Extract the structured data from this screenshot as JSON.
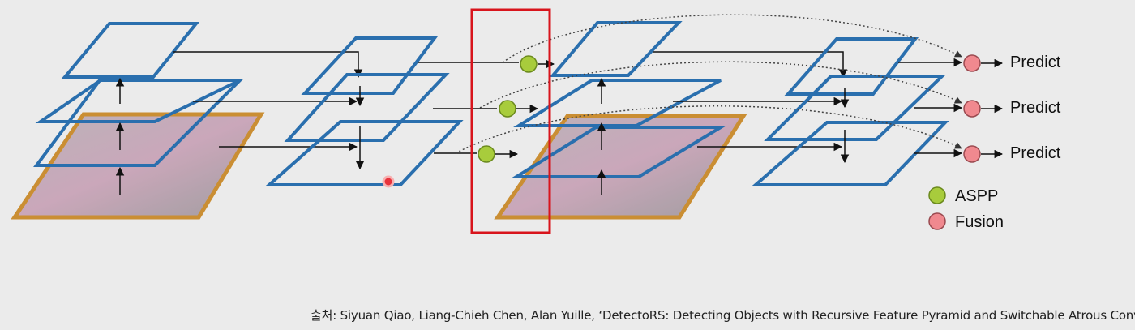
{
  "outputs": [
    "Predict",
    "Predict",
    "Predict"
  ],
  "legend": [
    {
      "label": "ASPP",
      "color": "#a8cc3c"
    },
    {
      "label": "Fusion",
      "color": "#f0898f"
    }
  ],
  "colors": {
    "frame_border": "#2a6fae",
    "image_border": "#c98a2a",
    "highlight_box": "#d8141c",
    "aspp": "#a8cc3c",
    "fusion": "#f0898f"
  },
  "caption": "출처: Siyuan Qiao, Liang-Chieh Chen, Alan Yuille, ‘DetectoRS: Detecting Objects with Recursive Feature Pyramid and Switchable Atrous Convolution’"
}
